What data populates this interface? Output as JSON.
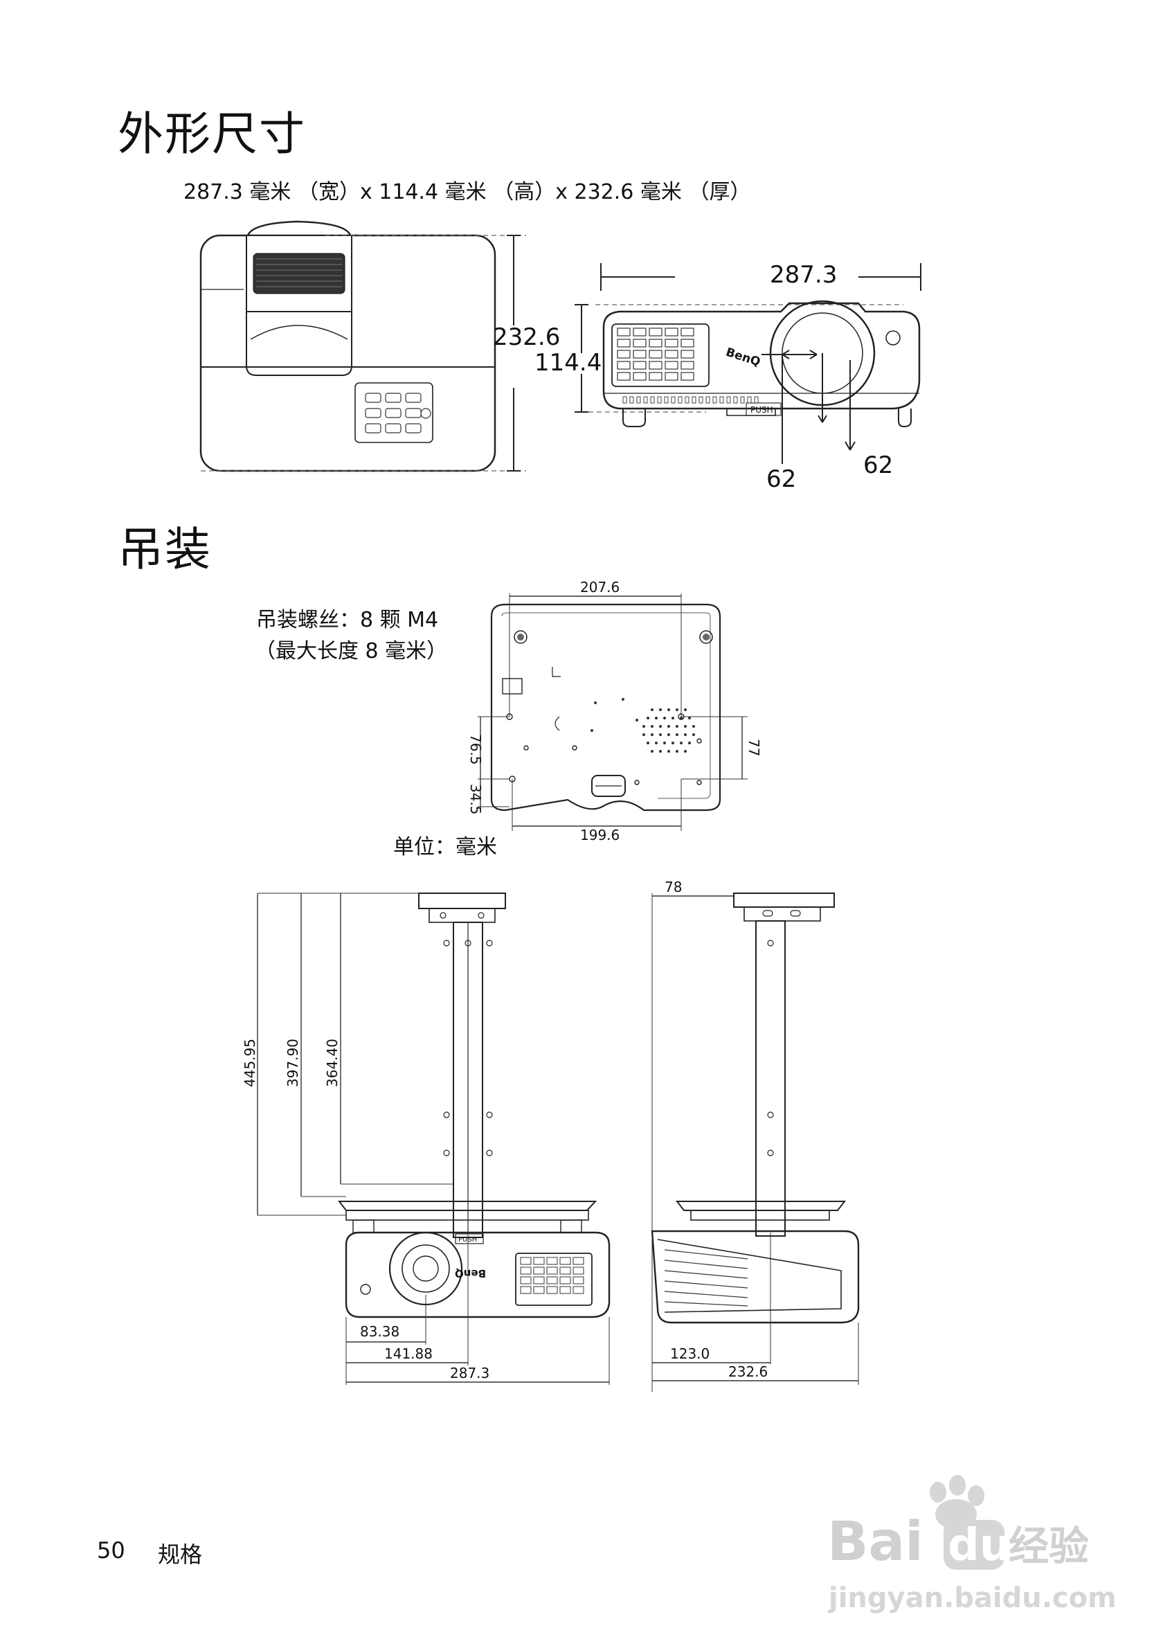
{
  "section_outline": {
    "title": "外形尺寸",
    "spec_line": "287.3 毫米 （宽）x 114.4 毫米 （高）x 232.6 毫米 （厚）",
    "top_view": {
      "depth_label": "232.6"
    },
    "front_view": {
      "width_label": "287.3",
      "height_label": "114.4",
      "offset_left_label": "62",
      "offset_right_label": "62",
      "brand": "BenQ",
      "push_label": "PUSH"
    }
  },
  "section_mount": {
    "title": "吊装",
    "screw_spec_line1": "吊装螺丝：8 颗 M4",
    "screw_spec_line2": "（最大长度 8 毫米）",
    "unit_label": "单位：毫米",
    "bottom_view": {
      "top_width": "207.6",
      "bottom_width": "199.6",
      "left_upper": "76.5",
      "left_lower": "34.5",
      "right_height": "77"
    },
    "front_mount": {
      "h1": "445.95",
      "h2": "397.90",
      "h3": "364.40",
      "w1": "83.38",
      "w2": "141.88",
      "w3": "287.3",
      "push_label": "PUSH",
      "brand": "BenQ"
    },
    "side_mount": {
      "top_offset": "78",
      "lens_offset": "123.0",
      "depth": "232.6"
    }
  },
  "footer": {
    "page_number": "50",
    "section": "规格"
  },
  "watermark": {
    "brand_text": "Bai",
    "brand_text2": "du",
    "product": "经验",
    "url": "jingyan.baidu.com"
  }
}
